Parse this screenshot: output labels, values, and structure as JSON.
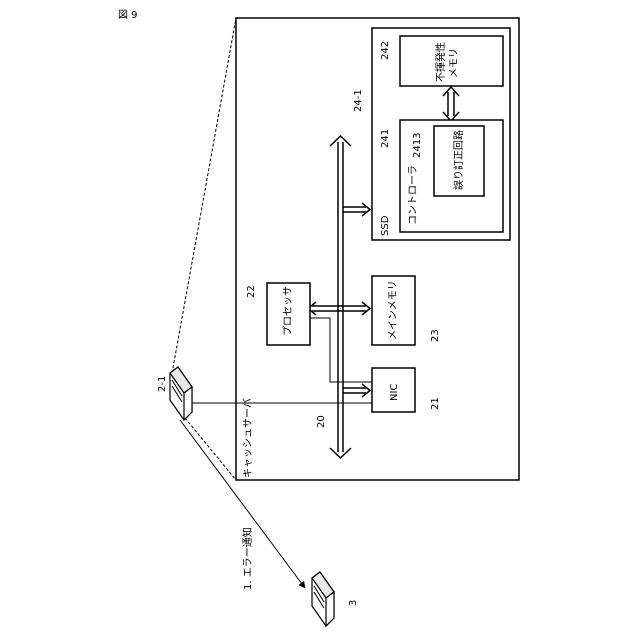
{
  "figure_label": "図 9",
  "cache_server": {
    "label": "キャッシュサーバ",
    "ref": "20"
  },
  "bus": {
    "ref": "20"
  },
  "processor": {
    "label": "プロセッサ",
    "ref": "22"
  },
  "main_memory": {
    "label": "メインメモリ",
    "ref": "23"
  },
  "nic": {
    "label": "NIC",
    "ref": "21"
  },
  "ssd": {
    "label": "SSD",
    "ref": "24-1",
    "controller": {
      "label": "コントローラ",
      "ref": "241"
    },
    "ecc": {
      "label": "誤り訂正回路",
      "ref": "2413"
    },
    "nvm": {
      "label": "不揮発性\nメモリ",
      "line1": "不揮発性",
      "line2": "メモリ",
      "ref": "242"
    }
  },
  "device_2_1": {
    "ref": "2-1"
  },
  "device_3": {
    "ref": "3"
  },
  "error_notice": {
    "label": "1. エラー通知"
  }
}
